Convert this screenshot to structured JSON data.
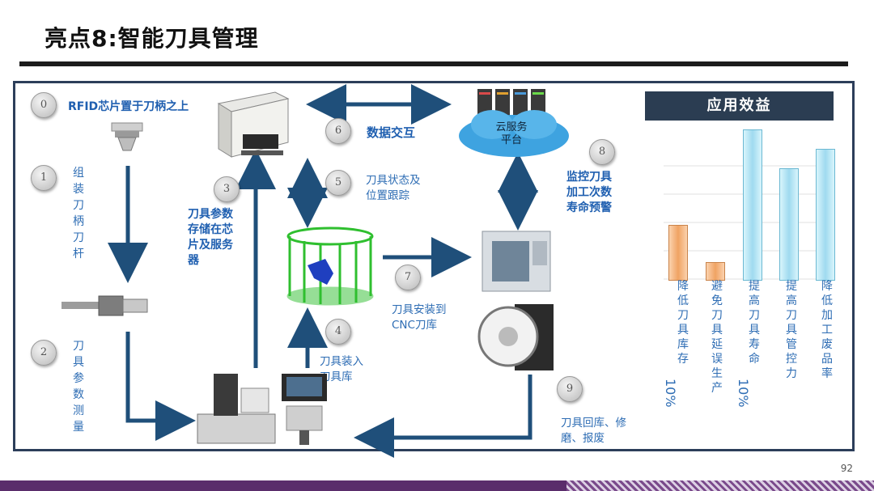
{
  "title": "亮点8:智能刀具管理",
  "page_number": "92",
  "steps": {
    "s0": {
      "num": "0",
      "label": "RFID芯片置于刀柄之上"
    },
    "s1": {
      "num": "1",
      "label": "组装刀柄刀杆"
    },
    "s2": {
      "num": "2",
      "label": "刀具参数测量"
    },
    "s3": {
      "num": "3",
      "label": "刀具参数存储在芯片及服务器"
    },
    "s4": {
      "num": "4",
      "label": "刀具装入刀具库"
    },
    "s5": {
      "num": "5",
      "label": "刀具状态及位置跟踪"
    },
    "s6": {
      "num": "6",
      "label": "数据交互"
    },
    "s7": {
      "num": "7",
      "label": "刀具安装到CNC刀库"
    },
    "s8": {
      "num": "8",
      "label": "监控刀具加工次数寿命预警"
    },
    "s9": {
      "num": "9",
      "label": "刀具回库、修磨、报废"
    }
  },
  "s3_lines": [
    "刀具参数",
    "存储在芯",
    "片及服务",
    "器"
  ],
  "s4_lines": [
    "刀具装入",
    "刀具库"
  ],
  "s5_lines": [
    "刀具状态及",
    "位置跟踪"
  ],
  "s7_lines": [
    "刀具安装到",
    "CNC刀库"
  ],
  "s8_lines": [
    "监控刀具",
    "加工次数",
    "寿命预警"
  ],
  "s9_lines": [
    "刀具回库、修",
    "磨、报废"
  ],
  "cloud": {
    "line1": "云服务",
    "line2": "平台"
  },
  "benefits": {
    "title": "应用效益",
    "items": [
      {
        "label": "降低刀具库存",
        "value_text": "10%",
        "color": "orange"
      },
      {
        "label": "避免刀具延误生产",
        "value_text": "",
        "color": "orange"
      },
      {
        "label": "提高刀具寿命",
        "value_text": "10%",
        "color": "blue"
      },
      {
        "label": "提高刀具管控力",
        "value_text": "",
        "color": "blue"
      },
      {
        "label": "降低加工废品率",
        "value_text": "",
        "color": "blue"
      }
    ]
  },
  "colors": {
    "accent_blue": "#2e6db4",
    "header_dark": "#2b3d52",
    "footer_purple": "#5a2d6b",
    "arrow": "#1f4f7a"
  }
}
